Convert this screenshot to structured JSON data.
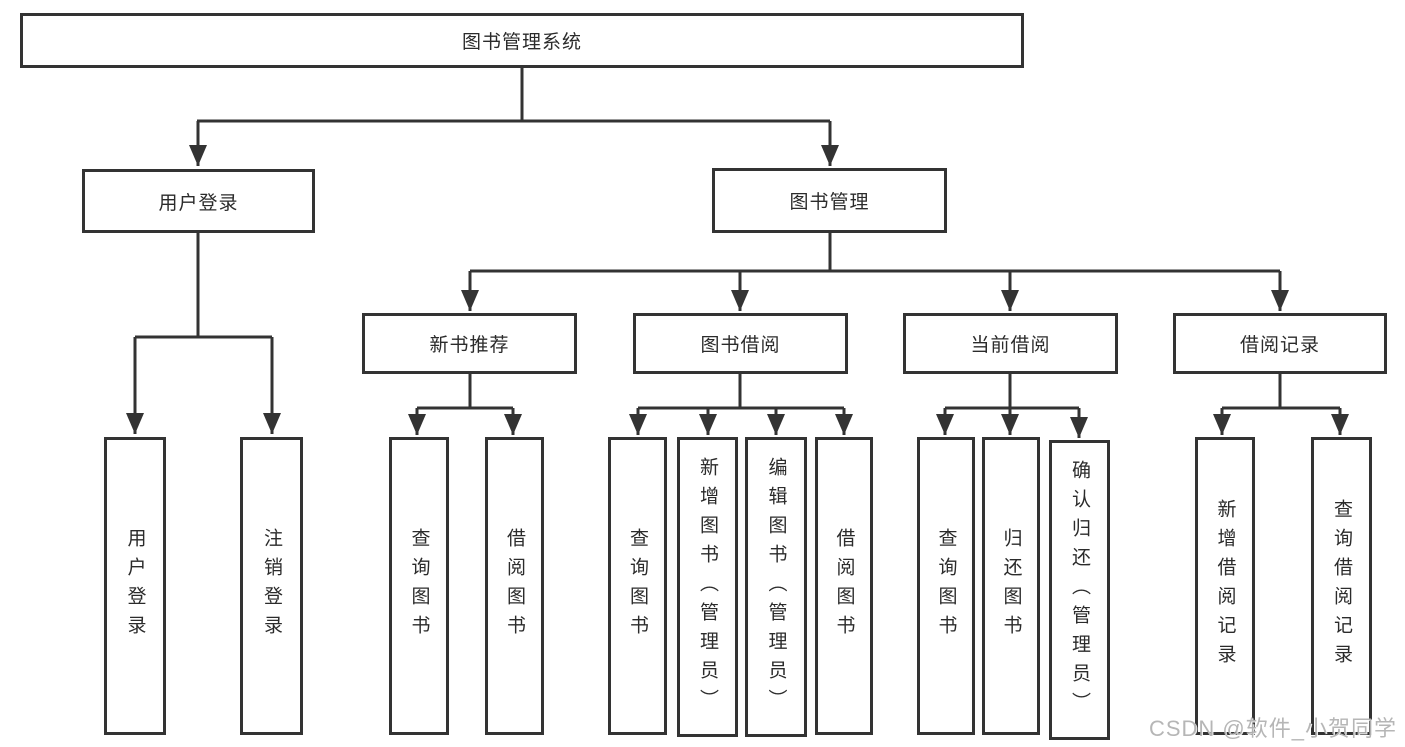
{
  "diagram": {
    "title": "图书管理系统",
    "tree": {
      "root": {
        "label": "图书管理系统"
      },
      "branches": {
        "user_login": {
          "label": "用户登录",
          "leaves": {
            "login": {
              "label": "用户登录"
            },
            "logout": {
              "label": "注销登录"
            }
          }
        },
        "book_mgmt": {
          "label": "图书管理",
          "sections": {
            "new_book_rec": {
              "label": "新书推荐",
              "leaves": {
                "query": {
                  "label": "查询图书"
                },
                "borrow": {
                  "label": "借阅图书"
                }
              }
            },
            "book_borrow": {
              "label": "图书借阅",
              "leaves": {
                "query": {
                  "label": "查询图书"
                },
                "add": {
                  "label": "新增图书（管理员）"
                },
                "edit": {
                  "label": "编辑图书（管理员）"
                },
                "borrow": {
                  "label": "借阅图书"
                }
              }
            },
            "current_borrow": {
              "label": "当前借阅",
              "leaves": {
                "query": {
                  "label": "查询图书"
                },
                "return": {
                  "label": "归还图书"
                },
                "confirm": {
                  "label": "确认归还（管理员）"
                }
              }
            },
            "borrow_records": {
              "label": "借阅记录",
              "leaves": {
                "add": {
                  "label": "新增借阅记录"
                },
                "query": {
                  "label": "查询借阅记录"
                }
              }
            }
          }
        }
      }
    },
    "colors": {
      "line": "#333333",
      "text": "#2b2b2b",
      "background": "#ffffff",
      "watermark": "#b2b2b2"
    }
  },
  "watermark": {
    "text": "CSDN @软件_小贺同学"
  }
}
